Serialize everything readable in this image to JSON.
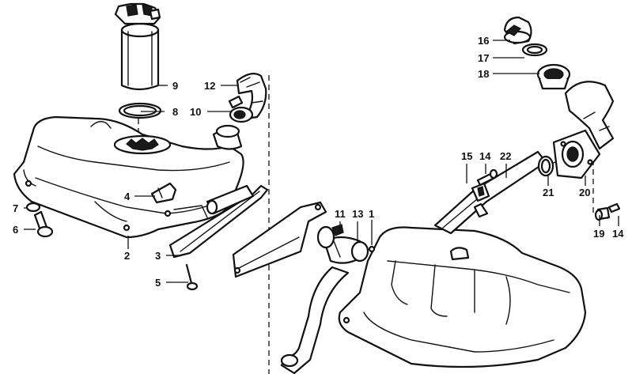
{
  "callouts": [
    {
      "id": "1",
      "text": "1"
    },
    {
      "id": "2",
      "text": "2"
    },
    {
      "id": "3",
      "text": "3"
    },
    {
      "id": "4",
      "text": "4"
    },
    {
      "id": "5",
      "text": "5"
    },
    {
      "id": "6",
      "text": "6"
    },
    {
      "id": "7",
      "text": "7"
    },
    {
      "id": "8",
      "text": "8"
    },
    {
      "id": "9",
      "text": "9"
    },
    {
      "id": "10",
      "text": "10"
    },
    {
      "id": "11",
      "text": "11"
    },
    {
      "id": "12",
      "text": "12"
    },
    {
      "id": "13",
      "text": "13"
    },
    {
      "id": "14a",
      "text": "14"
    },
    {
      "id": "14b",
      "text": "14"
    },
    {
      "id": "15",
      "text": "15"
    },
    {
      "id": "16",
      "text": "16"
    },
    {
      "id": "17",
      "text": "17"
    },
    {
      "id": "18",
      "text": "18"
    },
    {
      "id": "19",
      "text": "19"
    },
    {
      "id": "20",
      "text": "20"
    },
    {
      "id": "21",
      "text": "21"
    },
    {
      "id": "22",
      "text": "22"
    }
  ]
}
